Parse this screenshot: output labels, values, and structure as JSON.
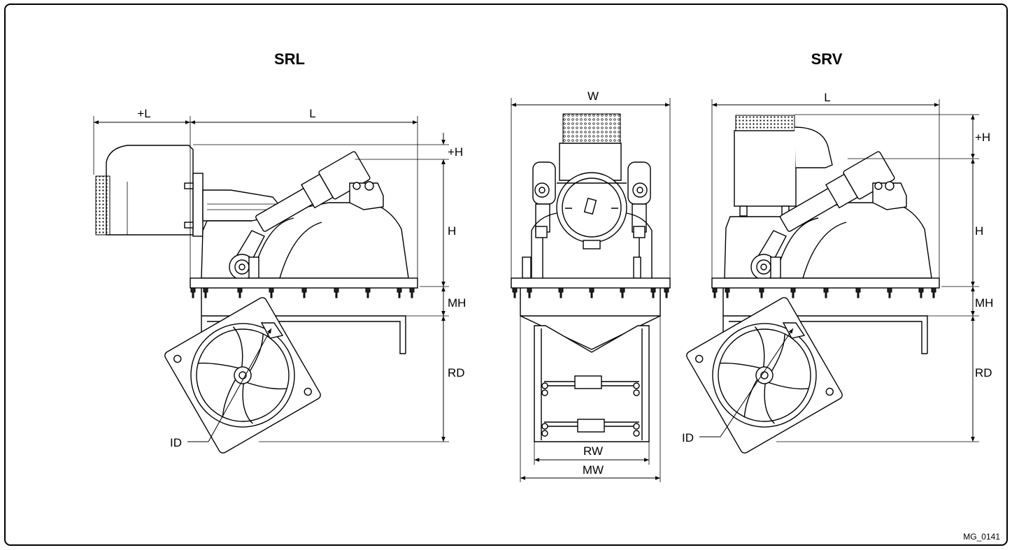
{
  "titles": {
    "left": "SRL",
    "right": "SRV"
  },
  "dimensions": {
    "plus_l": "+L",
    "l": "L",
    "plus_h": "+H",
    "h": "H",
    "mh": "MH",
    "rd": "RD",
    "id": "ID",
    "w": "W",
    "rw": "RW",
    "mw": "MW"
  },
  "drawing_code": "MG_0141"
}
